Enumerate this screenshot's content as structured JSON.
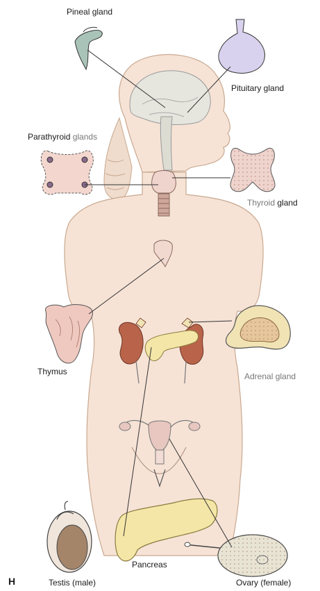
{
  "figure": {
    "letter": "H",
    "labels": {
      "pineal": "Pineal gland",
      "pituitary": "Pituitary gland",
      "parathyroid_main": "Parathyroid",
      "parathyroid_rest": " glands",
      "thyroid_main": "Thyroid",
      "thyroid_rest": " gland",
      "thymus": "Thymus",
      "adrenal": "Adrenal gland",
      "pancreas": "Pancreas",
      "testis": "Testis (male)",
      "ovary": "Ovary (female)"
    }
  },
  "colors": {
    "skin": "#f6e3d6",
    "skin_outline": "#c9a88f",
    "pineal": "#a9c3b8",
    "pituitary": "#d9d2ee",
    "thyroid": "#efd3cd",
    "parathyroid": "#f3d7cf",
    "thymus": "#efc9c0",
    "kidney": "#b9644a",
    "pancreas": "#f4e6a6",
    "adrenal": "#f1e3b4",
    "testis": "#a4856a",
    "ovary": "#e8e4d4",
    "brain": "#e6e6df",
    "uterus": "#e8c7c0",
    "line": "#333333"
  }
}
